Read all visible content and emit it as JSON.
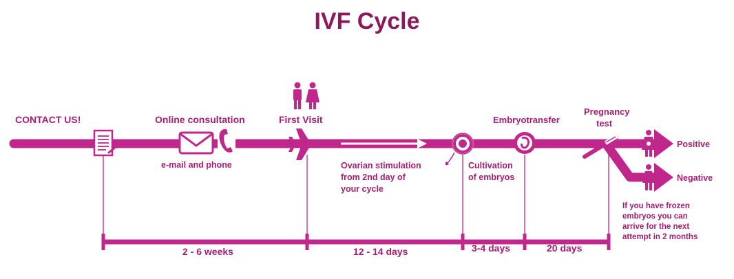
{
  "title": "IVF Cycle",
  "colors": {
    "primary": "#c0278a",
    "dark": "#8b1a5c"
  },
  "steps": {
    "contact": "CONTACT US!",
    "online_consultation": "Online consultation",
    "email_phone": "e-mail and phone",
    "first_visit": "First Visit",
    "ovarian_line1": "Ovarian stimulation",
    "ovarian_line2": "from 2nd day of",
    "ovarian_line3": "your cycle",
    "cultivation_line1": "Cultivation",
    "cultivation_line2": "of embryos",
    "embryotransfer": "Embryotransfer",
    "pregnancy_line1": "Pregnancy",
    "pregnancy_line2": "test"
  },
  "outcomes": {
    "positive": "Positive",
    "negative": "Negative",
    "frozen_line1": "If you have frozen",
    "frozen_line2": "embryos you can",
    "frozen_line3": "arrive for the next",
    "frozen_line4": "attempt in 2 months"
  },
  "durations": [
    "2 - 6 weeks",
    "12 - 14 days",
    "3-4 days",
    "20 days"
  ],
  "icons": [
    "document-icon",
    "envelope-icon",
    "phone-icon",
    "couple-icon",
    "airplane-icon",
    "arrow-icon",
    "egg-cell-icon",
    "embryo-icon",
    "pregnancy-test-icon",
    "pregnant-woman-icon",
    "woman-icon"
  ]
}
